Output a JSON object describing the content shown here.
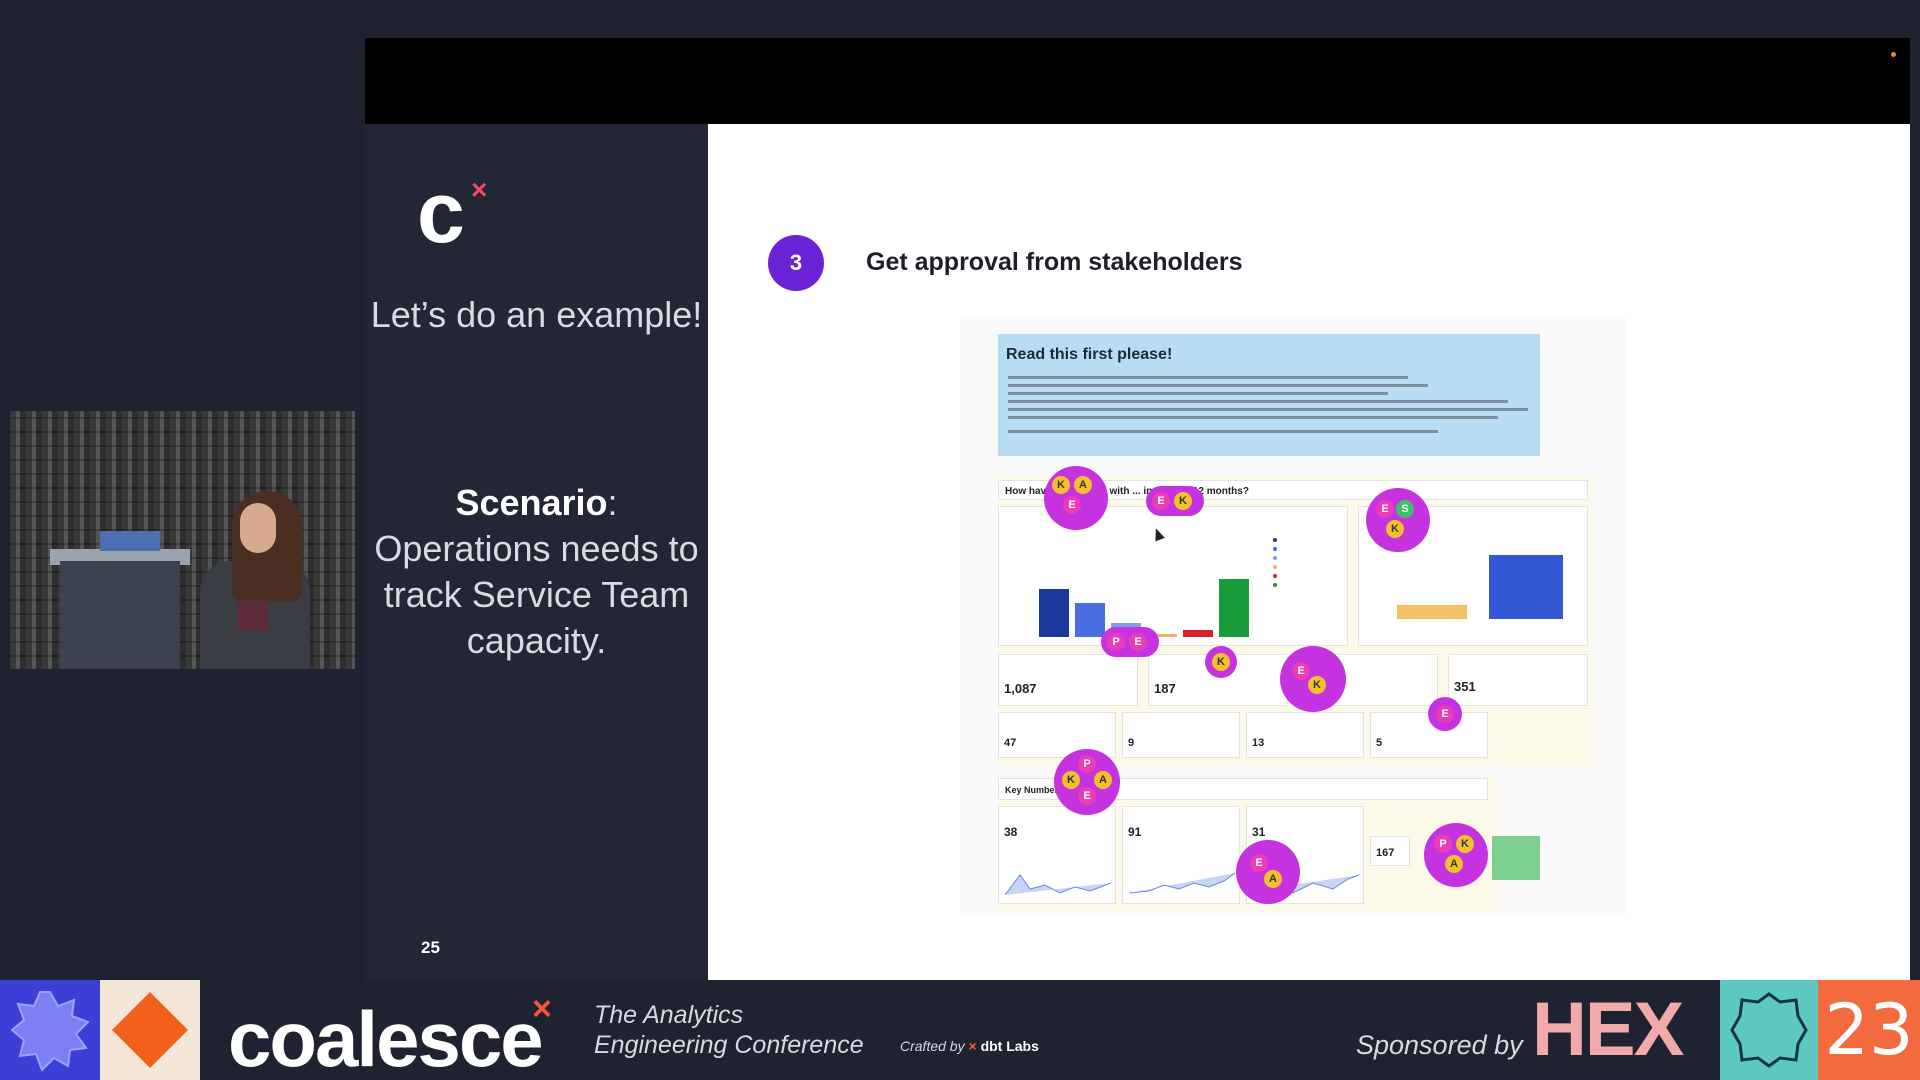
{
  "left_panel": {
    "intro": "Let’s do an example!",
    "scenario_label": "Scenario",
    "scenario_text": "Operations needs to track Service Team capacity.",
    "slide_number": "25"
  },
  "slide": {
    "step_number": "3",
    "step_title": "Get approval from stakeholders",
    "doc": {
      "read_first_title": "Read this first please!",
      "section_title": "How have ... engaged with ... in the last 12 months?",
      "metrics": [
        {
          "value": "1,087"
        },
        {
          "value": "187"
        },
        {
          "value": "351"
        },
        {
          "value": "47"
        },
        {
          "value": "9"
        },
        {
          "value": "13"
        },
        {
          "value": "5"
        }
      ],
      "key_numbers_title": "Key Numbers",
      "key_values": [
        {
          "value": "38"
        },
        {
          "value": "91"
        },
        {
          "value": "31"
        },
        {
          "value": "167"
        }
      ]
    },
    "avatars": {
      "g1": [
        "K",
        "A",
        "E"
      ],
      "g2": [
        "E",
        "K"
      ],
      "g3": [
        "E",
        "S",
        "K"
      ],
      "g4": [
        "P",
        "E"
      ],
      "g5": [
        "K"
      ],
      "g6": [
        "E",
        "K"
      ],
      "g7": [
        "E"
      ],
      "g8": [
        "P",
        "K",
        "A",
        "E"
      ],
      "g9": [
        "E",
        "A"
      ],
      "g10": [
        "P",
        "K",
        "A"
      ]
    }
  },
  "footer": {
    "brand": "coalesce",
    "tagline_1": "The Analytics",
    "tagline_2": "Engineering Conference",
    "crafted_by": "Crafted by",
    "dbt": "dbt Labs",
    "sponsored_by": "Sponsored by",
    "sponsor": "HEX",
    "year": "23"
  },
  "colors": {
    "step_circle": "#6b21d6",
    "read_first_bg": "#b9dcf5",
    "avatar_group": "#c533e0",
    "footer_bg": "#1f2230"
  }
}
